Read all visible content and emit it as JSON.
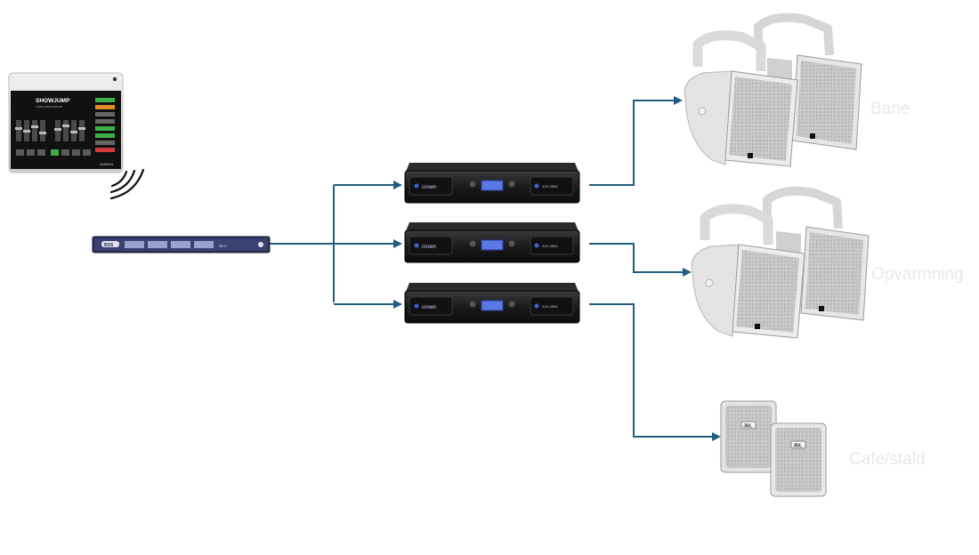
{
  "tablet": {
    "title": "SHOWJUMP",
    "subtitle": "AUDIO APPLICATION",
    "brand": "HARMAN"
  },
  "processor": {
    "brand": "BSS",
    "model": "BLU"
  },
  "amplifiers": {
    "brand": "crown",
    "model": "XLS 2502"
  },
  "speakers": {
    "brand": "JBL"
  },
  "zones": {
    "bane": "Bane",
    "opvarmning": "Opvarmning",
    "cafe": "Cafe/stald"
  },
  "colors": {
    "connector": "#1f5e7e",
    "zone_label": "#e8e8e8",
    "amp_body": "#1c1c1e",
    "speaker_body": "#d9d9d9"
  }
}
